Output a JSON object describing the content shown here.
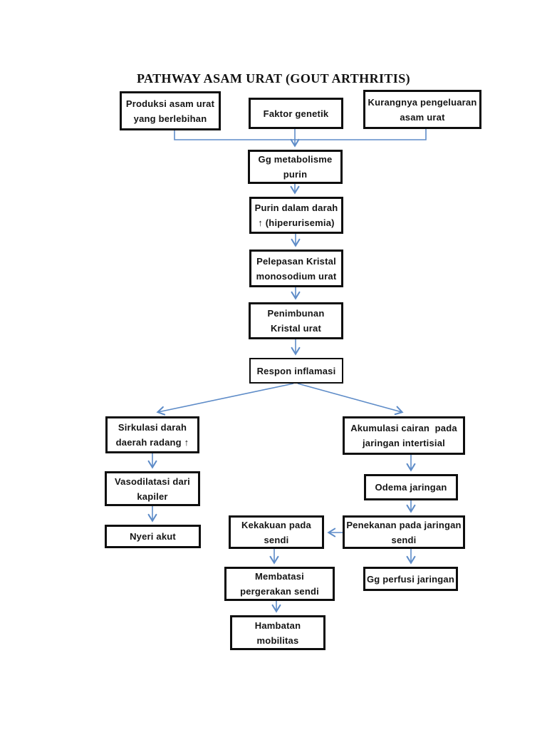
{
  "page": {
    "title": "PATHWAY ASAM URAT (GOUT ARTHRITIS)"
  },
  "colors": {
    "arrow": "#5e8cc8",
    "border": "#0e0e0e",
    "bg": "#ffffff",
    "text": "#151515"
  },
  "nodes": {
    "produksi": "Produksi asam urat\nyang berlebihan",
    "faktor_genetik": "Faktor genetik",
    "kurangnya": "Kurangnya pengeluaran\nasam urat",
    "gg_metabolisme": "Gg metabolisme\npurin",
    "purin_darah": "Purin dalam darah\n↑ (hiperurisemia)",
    "pelepasan": "Pelepasan Kristal\nmonosodium urat",
    "penimbunan": "Penimbunan\nKristal urat",
    "respon": "Respon inflamasi",
    "sirkulasi": "Sirkulasi darah\ndaerah radang ↑",
    "vasodilatasi": "Vasodilatasi dari\nkapiler",
    "nyeri_akut": "Nyeri akut",
    "akumulasi": "Akumulasi cairan  pada\njaringan intertisial",
    "odema": "Odema jaringan",
    "penekanan": "Penekanan pada jaringan\nsendi",
    "kekakuan": "Kekakuan pada\nsendi",
    "gg_perfusi": "Gg perfusi jaringan",
    "membatasi": "Membatasi\npergerakan sendi",
    "hambatan": "Hambatan\nmobilitas"
  },
  "edges": [
    {
      "from": "produksi",
      "to": "gg_metabolisme"
    },
    {
      "from": "faktor_genetik",
      "to": "gg_metabolisme"
    },
    {
      "from": "kurangnya",
      "to": "gg_metabolisme"
    },
    {
      "from": "gg_metabolisme",
      "to": "purin_darah"
    },
    {
      "from": "purin_darah",
      "to": "pelepasan"
    },
    {
      "from": "pelepasan",
      "to": "penimbunan"
    },
    {
      "from": "penimbunan",
      "to": "respon"
    },
    {
      "from": "respon",
      "to": "sirkulasi"
    },
    {
      "from": "respon",
      "to": "akumulasi"
    },
    {
      "from": "sirkulasi",
      "to": "vasodilatasi"
    },
    {
      "from": "vasodilatasi",
      "to": "nyeri_akut"
    },
    {
      "from": "akumulasi",
      "to": "odema"
    },
    {
      "from": "odema",
      "to": "penekanan"
    },
    {
      "from": "penekanan",
      "to": "kekakuan"
    },
    {
      "from": "penekanan",
      "to": "gg_perfusi"
    },
    {
      "from": "kekakuan",
      "to": "membatasi"
    },
    {
      "from": "membatasi",
      "to": "hambatan"
    }
  ]
}
